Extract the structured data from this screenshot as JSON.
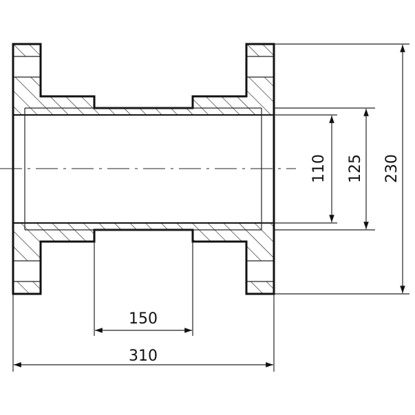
{
  "drawing": {
    "title": "Flanged pipe spool section",
    "dimensions": {
      "inner_diameter": "110",
      "outer_diameter": "125",
      "flange_diameter": "230",
      "spigot_gap": "150",
      "overall_length": "310"
    },
    "colors": {
      "line": "#111111",
      "background": "#ffffff"
    }
  }
}
